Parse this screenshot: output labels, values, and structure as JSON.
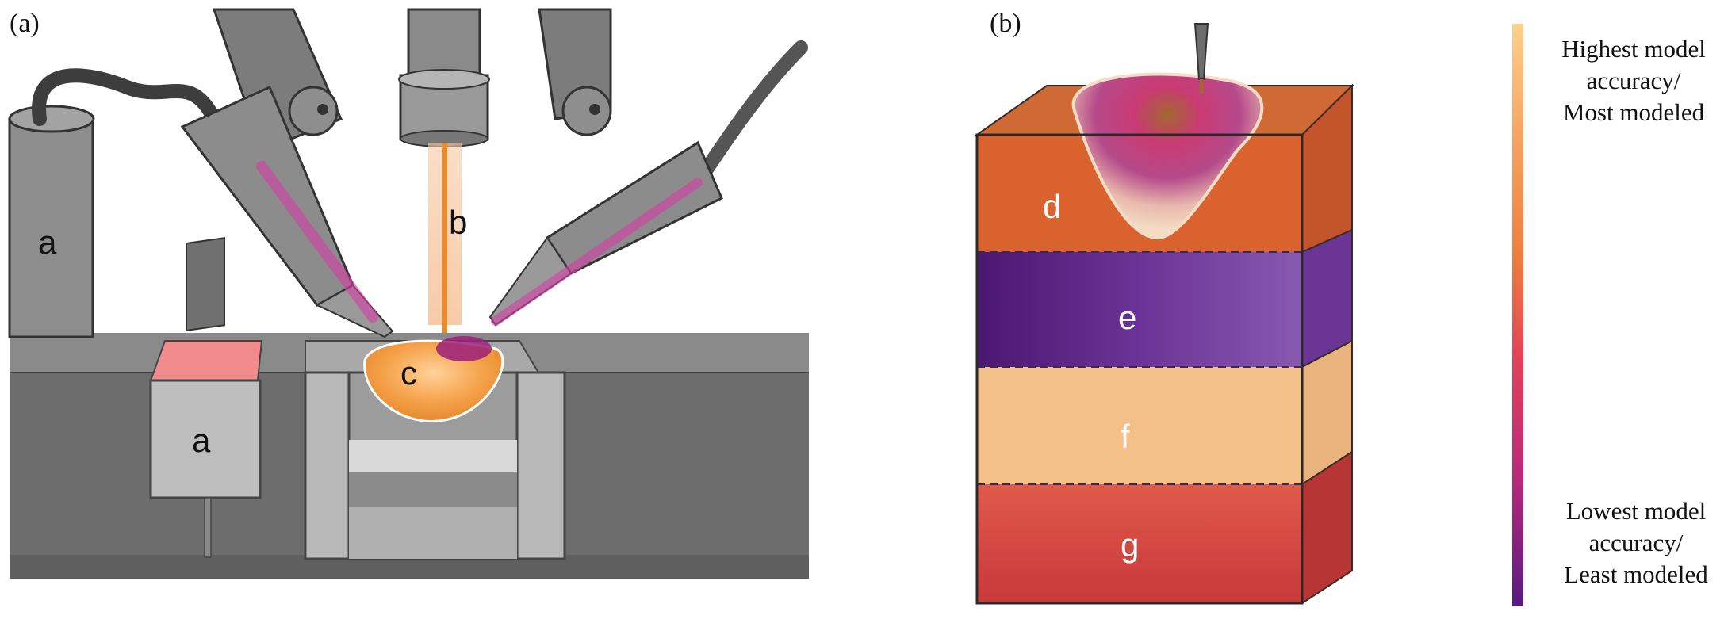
{
  "panels": {
    "a": {
      "label": "(a)",
      "letters": {
        "feedstock_tank": "a",
        "powder_bed": "a",
        "laser_beam": "b",
        "melt_pool": "c"
      }
    },
    "b": {
      "label": "(b)",
      "layers": {
        "d": "d",
        "e": "e",
        "f": "f",
        "g": "g"
      }
    }
  },
  "legend": {
    "top_line1": "Highest model",
    "top_line2": "accuracy/",
    "top_line3": "Most modeled",
    "bottom_line1": "Lowest model",
    "bottom_line2": "accuracy/",
    "bottom_line3": "Least modeled",
    "colors": [
      "#fcd08b",
      "#f6a260",
      "#ee7f3f",
      "#e8573f",
      "#e43f5a",
      "#b8297a",
      "#7e1a8e",
      "#581a82"
    ]
  },
  "colors": {
    "laser": "#f08a24",
    "powder_stream": "#d63fa6",
    "melt_pool": "#f5a24a",
    "layer_d": "#d9622f",
    "layer_e": "#6a2f93",
    "layer_f": "#f3c08a",
    "layer_g": "#d83a3a"
  }
}
